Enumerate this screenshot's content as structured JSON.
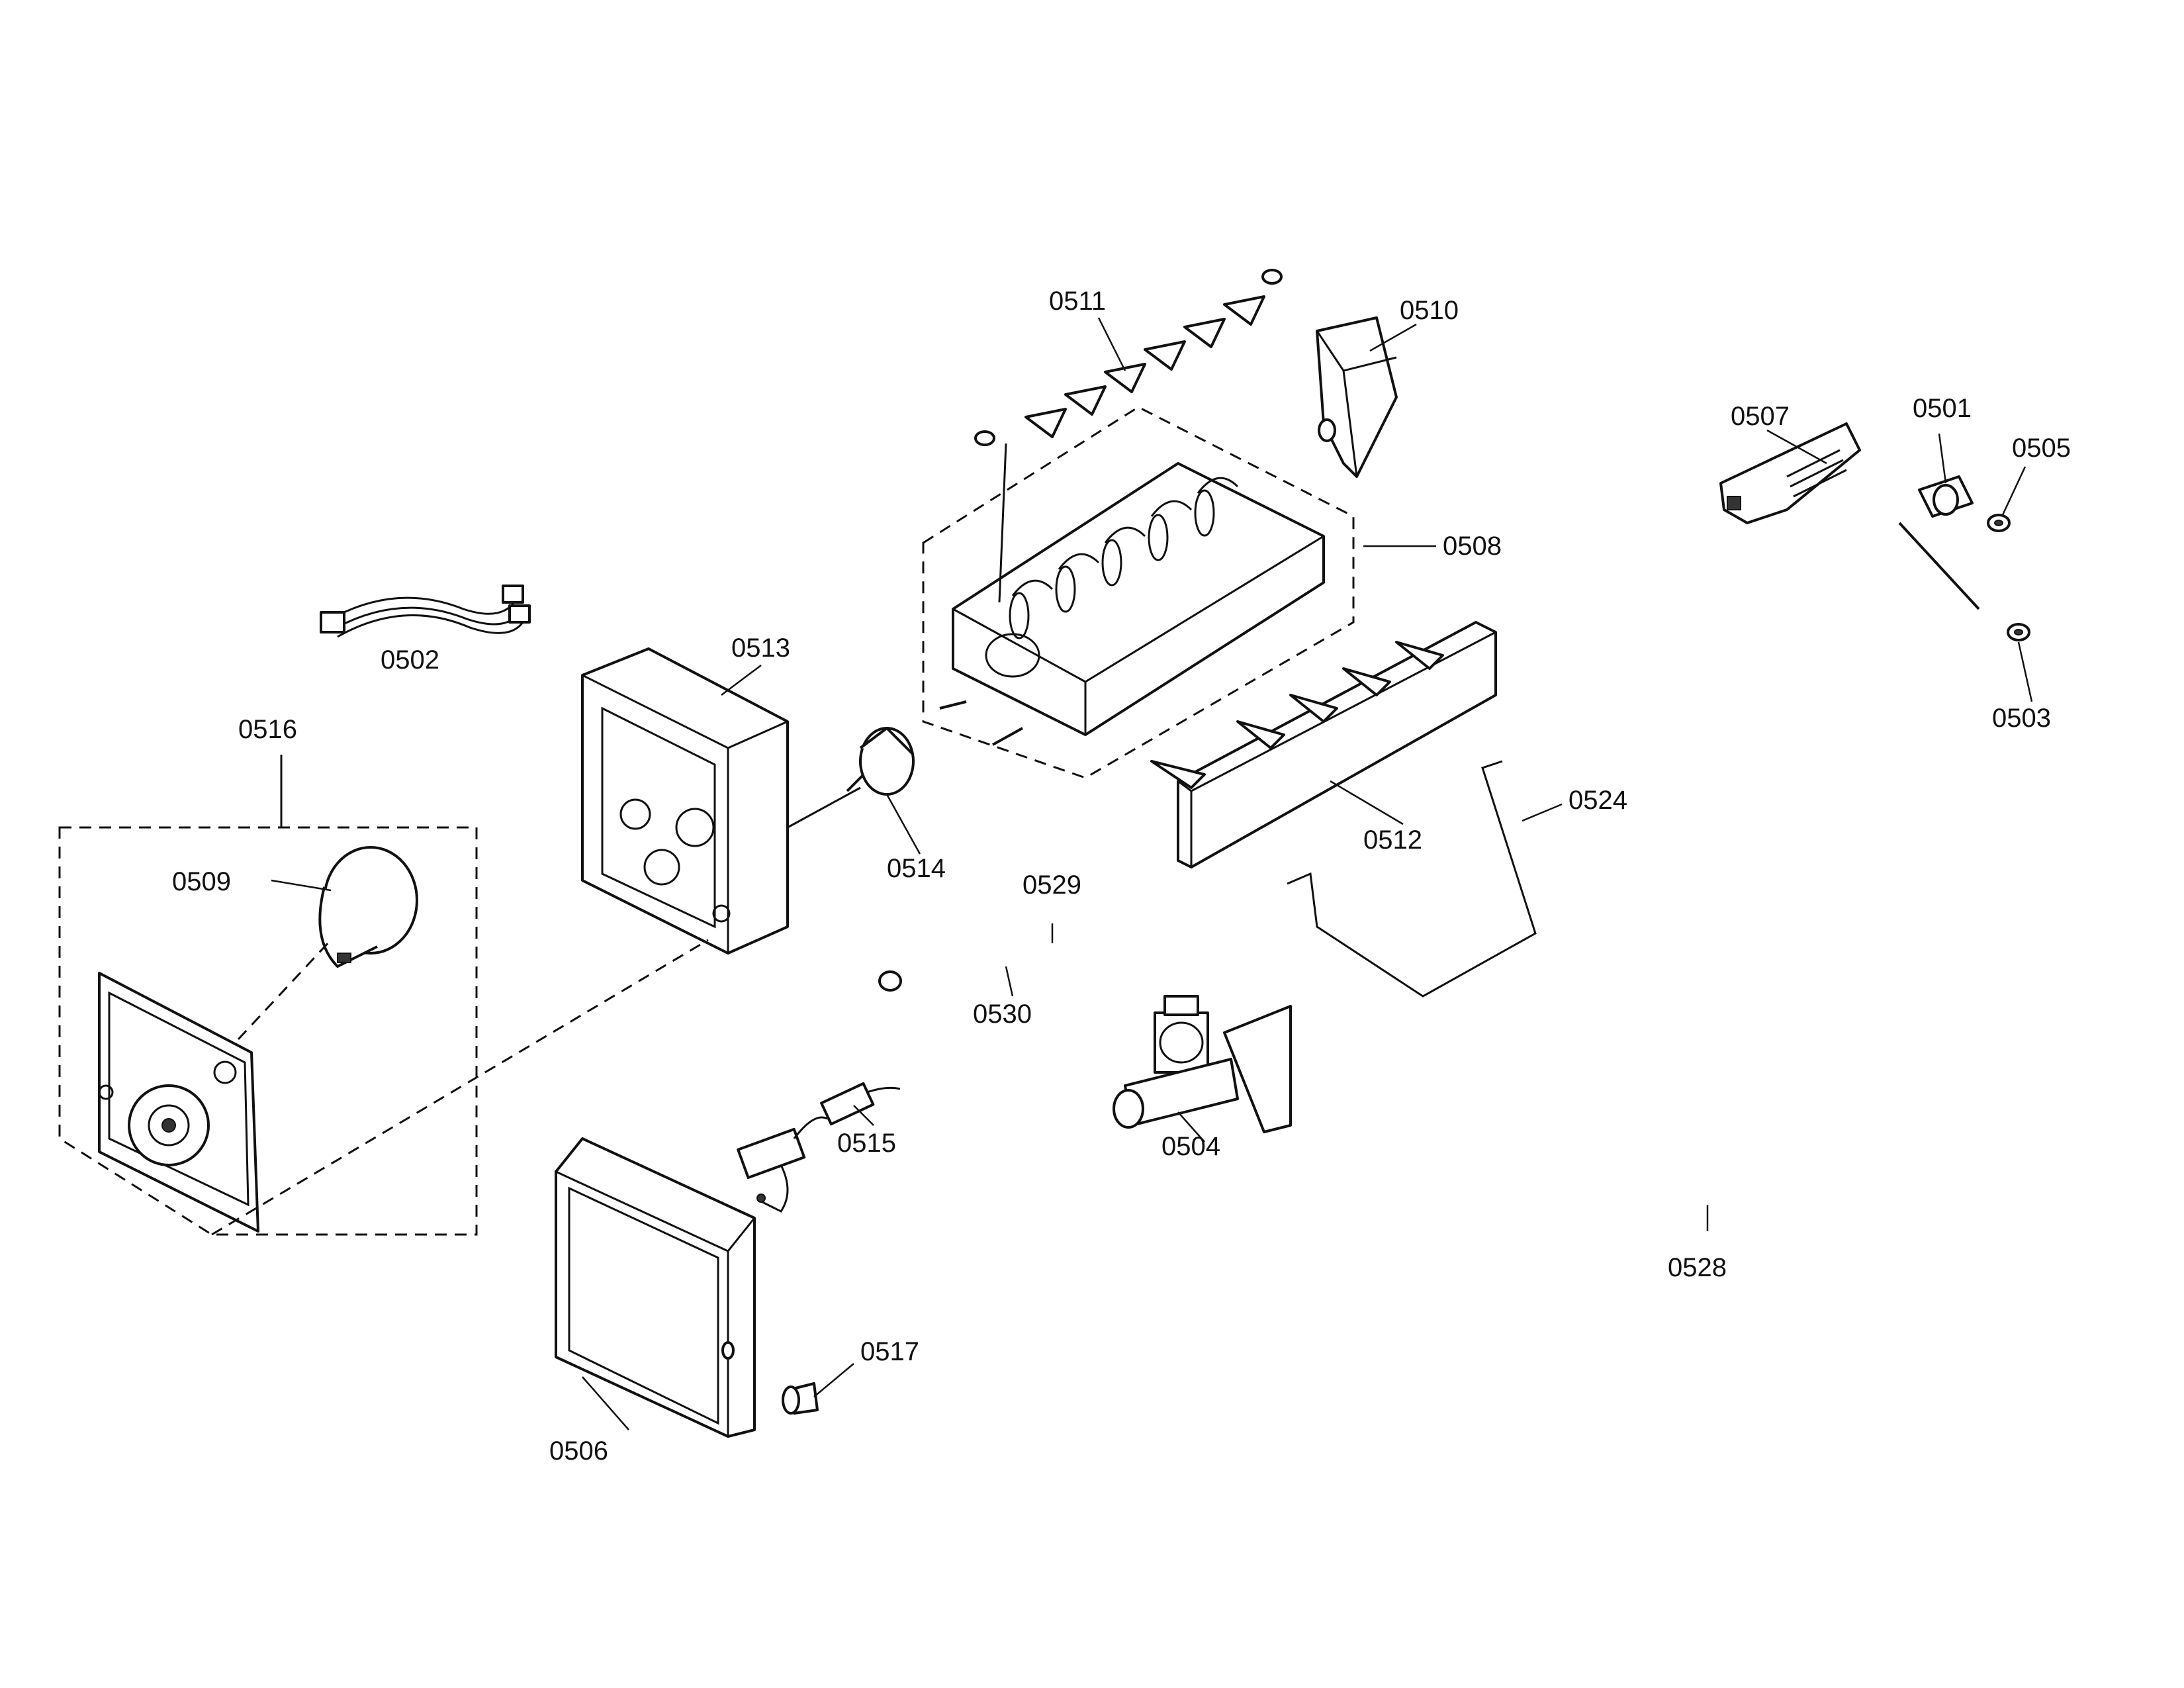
{
  "labels": {
    "p0501": "0501",
    "p0502": "0502",
    "p0503": "0503",
    "p0504": "0504",
    "p0505": "0505",
    "p0506": "0506",
    "p0507": "0507",
    "p0508": "0508",
    "p0509": "0509",
    "p0510": "0510",
    "p0511": "0511",
    "p0512": "0512",
    "p0513": "0513",
    "p0514": "0514",
    "p0515": "0515",
    "p0516": "0516",
    "p0517": "0517",
    "p0524": "0524",
    "p0528": "0528",
    "p0529": "0529",
    "p0530": "0530"
  }
}
